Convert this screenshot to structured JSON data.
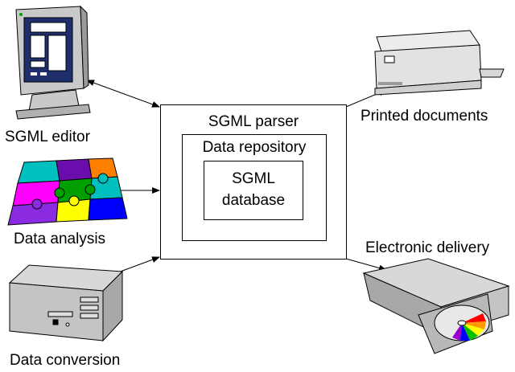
{
  "diagram": {
    "center": {
      "parser_label": "SGML parser",
      "repository_label": "Data repository",
      "database_label_line1": "SGML",
      "database_label_line2": "database"
    },
    "inputs": [
      {
        "label": "SGML editor",
        "icon": "monitor-icon",
        "arrow": "bidirectional"
      },
      {
        "label": "Data analysis",
        "icon": "puzzle-icon",
        "arrow": "to-parser"
      },
      {
        "label": "Data conversion",
        "icon": "computer-tower-icon",
        "arrow": "to-parser"
      }
    ],
    "outputs": [
      {
        "label": "Printed documents",
        "icon": "printer-icon"
      },
      {
        "label": "Electronic delivery",
        "icon": "cd-drive-icon"
      }
    ],
    "colors": {
      "monitor_screen": "#1f2f6e",
      "puzzle": [
        "#ff00ff",
        "#6a0dad",
        "#ff7f00",
        "#00bfbf",
        "#ffff00",
        "#00a000",
        "#0000ff",
        "#8a2be2"
      ]
    }
  }
}
